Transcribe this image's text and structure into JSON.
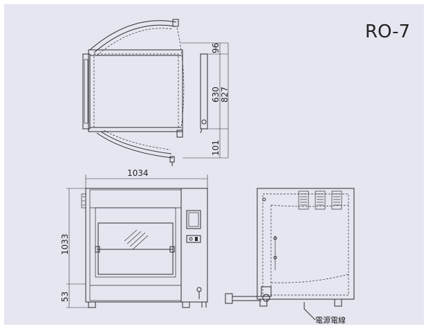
{
  "model": "RO-7",
  "colors": {
    "background": "#e6e6f1",
    "line": "#2b2b2b",
    "frame": "#ffffff"
  },
  "dimensions": {
    "top_front": "96",
    "top_depth": "630",
    "top_total": "827",
    "top_back": "101",
    "width": "1034",
    "height": "1033",
    "base": "53"
  },
  "labels": {
    "power_cord": "電源電線"
  }
}
